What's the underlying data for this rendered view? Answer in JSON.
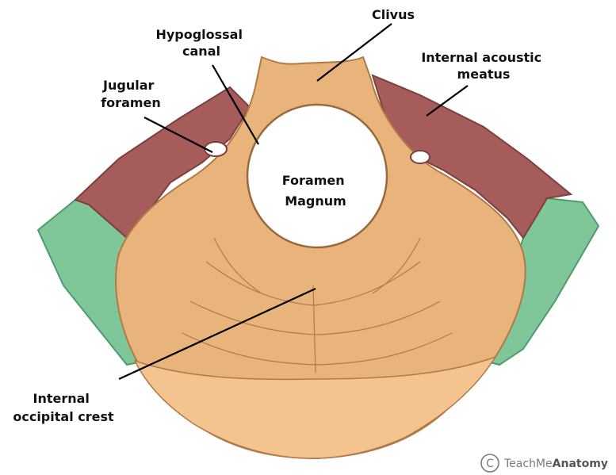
{
  "labels": {
    "clivus": "Clivus",
    "hypoglossal_canal": [
      "Hypoglossal",
      "canal"
    ],
    "jugular_foramen": [
      "Jugular",
      "foramen"
    ],
    "internal_acoustic_meatus": [
      "Internal acoustic",
      "meatus"
    ],
    "foramen_magnum": [
      "Foramen",
      "Magnum"
    ],
    "internal_occipital_crest": [
      "Internal",
      "occipital crest"
    ]
  },
  "watermark": {
    "symbol": "C",
    "brand_regular": "TeachMe",
    "brand_bold": "Anatomy"
  },
  "colors": {
    "bone": "#e9b47c",
    "bone_light": "#f3c48e",
    "bone_outline": "#b07a46",
    "petrous": "#a55c5a",
    "petrous_dark": "#8f4a49",
    "cut_edge": "#7fc79a",
    "cut_edge_dark": "#4f9c6b",
    "text": "#111111",
    "watermark": "#7a7a7a"
  }
}
